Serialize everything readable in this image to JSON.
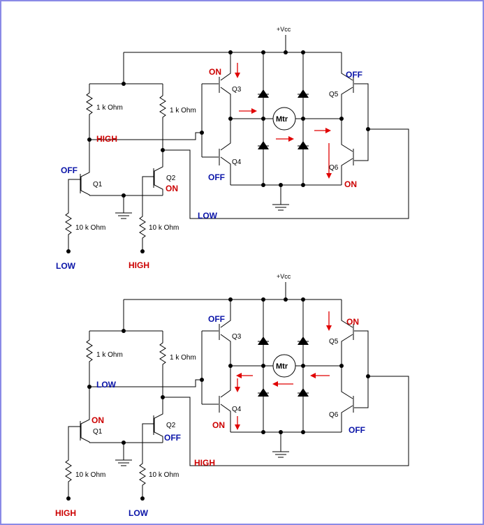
{
  "colors": {
    "on": "#cc0000",
    "off": "#0a14a8",
    "current": "#e00000",
    "border": "#8a8ae6"
  },
  "circuits": [
    {
      "vcc": "+Vcc",
      "motor": "Mtr",
      "r1": "1 k Ohm",
      "r2": "1 k Ohm",
      "r3": "10 k Ohm",
      "r4": "10 k Ohm",
      "q1": "Q1",
      "q2": "Q2",
      "q3": "Q3",
      "q4": "Q4",
      "q5": "Q5",
      "q6": "Q6",
      "q1_state": "OFF",
      "q2_state": "ON",
      "q3_state": "ON",
      "q4_state": "OFF",
      "q5_state": "OFF",
      "q6_state": "ON",
      "left_node": "HIGH",
      "bottom_node": "LOW",
      "input_left": "LOW",
      "input_right": "HIGH"
    },
    {
      "vcc": "+Vcc",
      "motor": "Mtr",
      "r1": "1 k Ohm",
      "r2": "1 k Ohm",
      "r3": "10 k Ohm",
      "r4": "10 k Ohm",
      "q1": "Q1",
      "q2": "Q2",
      "q3": "Q3",
      "q4": "Q4",
      "q5": "Q5",
      "q6": "Q6",
      "q1_state": "ON",
      "q2_state": "OFF",
      "q3_state": "OFF",
      "q4_state": "ON",
      "q5_state": "ON",
      "q6_state": "OFF",
      "left_node": "LOW",
      "bottom_node": "HIGH",
      "input_left": "HIGH",
      "input_right": "LOW"
    }
  ]
}
